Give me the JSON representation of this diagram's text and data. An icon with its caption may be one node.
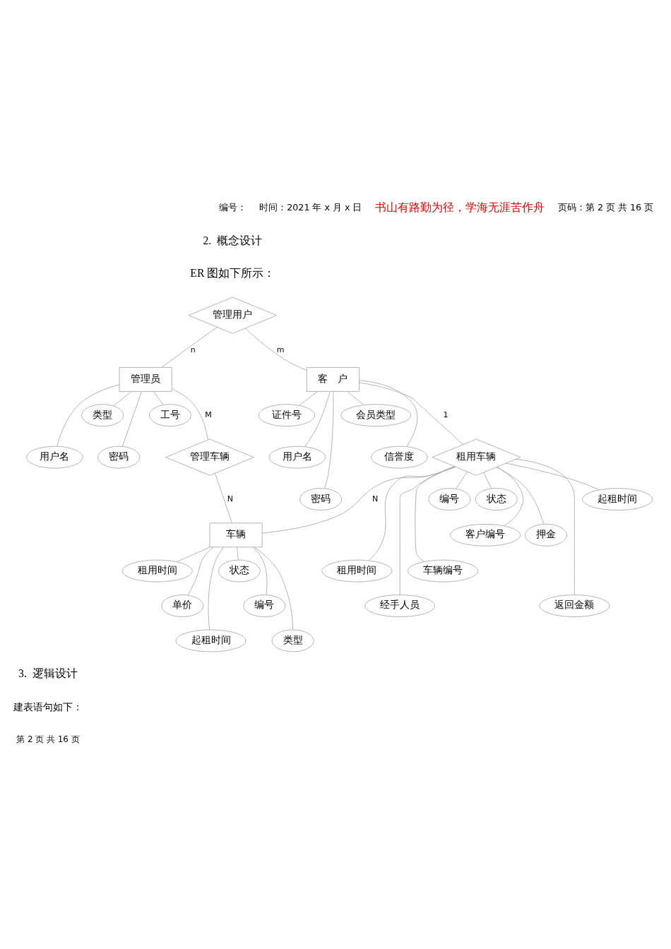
{
  "diagram": {
    "nodes": [
      {
        "text": [
          "工号"
        ]
      },
      {
        "text": [
          "用户名"
        ]
      },
      {
        "text": [
          "类型"
        ]
      },
      {
        "text": [
          "管理用户"
        ]
      },
      {
        "text": [
          "管理员"
        ]
      },
      {
        "text": [
          "密码"
        ]
      },
      {
        "text": [
          "证件号"
        ]
      },
      {
        "text": [
          "用户名"
        ]
      },
      {
        "text": [
          "密码"
        ]
      },
      {
        "text": [
          "管理车辆"
        ]
      },
      {
        "text": [
          "客　户"
        ]
      },
      {
        "text": [
          "会员类型"
        ]
      },
      {
        "text": [
          "租用时间"
        ]
      },
      {
        "text": [
          "信誉度"
        ]
      },
      {
        "text": [
          "单价"
        ]
      },
      {
        "text": [
          "租用车辆"
        ]
      },
      {
        "text": [
          "车辆"
        ]
      },
      {
        "text": [
          "起租时间"
        ]
      },
      {
        "text": [
          "状态"
        ]
      },
      {
        "text": [
          "编号"
        ]
      },
      {
        "text": [
          "编号"
        ]
      },
      {
        "text": [
          "类型"
        ]
      },
      {
        "text": [
          "状态"
        ]
      },
      {
        "text": [
          "客户编号"
        ]
      },
      {
        "text": [
          "押金"
        ]
      },
      {
        "text": [
          "返回金额"
        ]
      },
      {
        "text": [
          "起租时间"
        ]
      },
      {
        "text": [
          "租用时间"
        ]
      },
      {
        "text": [
          "经手人员"
        ]
      },
      {
        "text": [
          "车辆编号"
        ]
      }
    ],
    "edges": [
      {
        "from": 3,
        "to": 4,
        "arrow": "none",
        "label": "n"
      },
      {
        "from": 3,
        "to": 10,
        "arrow": "none",
        "label": "m"
      },
      {
        "from": 4,
        "to": 9,
        "arrow": "none",
        "label": "M"
      },
      {
        "from": 9,
        "to": 16,
        "arrow": "none",
        "label": "N"
      },
      {
        "from": 10,
        "to": 15,
        "arrow": "none",
        "label": "1"
      },
      {
        "from": 15,
        "to": 16,
        "arrow": "none",
        "label": "N"
      },
      {
        "from": 4,
        "to": 0,
        "arrow": "none"
      },
      {
        "from": 4,
        "to": 1,
        "arrow": "none"
      },
      {
        "from": 4,
        "to": 2,
        "arrow": "none"
      },
      {
        "from": 4,
        "to": 5,
        "arrow": "none"
      },
      {
        "from": 10,
        "to": 6,
        "arrow": "none"
      },
      {
        "from": 10,
        "to": 7,
        "arrow": "none"
      },
      {
        "from": 10,
        "to": 8,
        "arrow": "none"
      },
      {
        "from": 10,
        "to": 11,
        "arrow": "none"
      },
      {
        "from": 10,
        "to": 13,
        "arrow": "none"
      },
      {
        "from": 16,
        "to": 12,
        "arrow": "none"
      },
      {
        "from": 16,
        "to": 14,
        "arrow": "none"
      },
      {
        "from": 16,
        "to": 17,
        "arrow": "none"
      },
      {
        "from": 16,
        "to": 18,
        "arrow": "none"
      },
      {
        "from": 16,
        "to": 20,
        "arrow": "none"
      },
      {
        "from": 16,
        "to": 21,
        "arrow": "none"
      },
      {
        "from": 15,
        "to": 19,
        "arrow": "none"
      },
      {
        "from": 15,
        "to": 23,
        "arrow": "none"
      },
      {
        "from": 15,
        "to": 29,
        "arrow": "none"
      },
      {
        "from": 15,
        "to": 28,
        "arrow": "none"
      },
      {
        "from": 15,
        "to": 26,
        "arrow": "none"
      },
      {
        "from": 15,
        "to": 24,
        "arrow": "none"
      },
      {
        "from": 15,
        "to": 27,
        "arrow": "none"
      },
      {
        "from": 15,
        "to": 25,
        "arrow": "none"
      },
      {
        "from": 15,
        "to": 22,
        "arrow": "none"
      }
    ],
    "labels": [
      "编号：",
      "时间：2021 年 x 月 x 日",
      "书山有路勤为径，学海无涯苦作舟",
      "页码：第 2 页 共 16 页",
      "2.  概念设计",
      "ER 图如下所示：",
      "3.  逻辑设计",
      "建表语句如下：",
      "第 2 页 共 16 页"
    ]
  }
}
